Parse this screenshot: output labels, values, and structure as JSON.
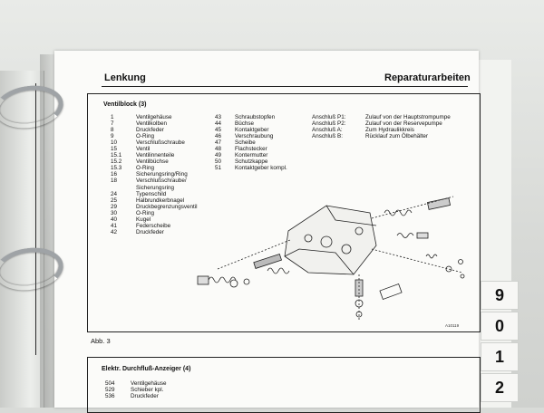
{
  "header": {
    "section": "Lenkung",
    "chapter": "Reparaturarbeiten",
    "chapter_tab": "2"
  },
  "block1": {
    "title": "Ventilblock (3)",
    "parts_left": [
      {
        "no": "1",
        "name": "Ventilgehäuse"
      },
      {
        "no": "7",
        "name": "Ventilkolben"
      },
      {
        "no": "8",
        "name": "Druckfeder"
      },
      {
        "no": "9",
        "name": "O-Ring"
      },
      {
        "no": "10",
        "name": "Verschlußschraube"
      },
      {
        "no": "15",
        "name": "Ventil"
      },
      {
        "no": "15.1",
        "name": "Ventilinnenteile"
      },
      {
        "no": "15.2",
        "name": "Ventilbüchse"
      },
      {
        "no": "15.3",
        "name": "O-Ring"
      },
      {
        "no": "16",
        "name": "Sicherungsring/Ring"
      },
      {
        "no": "18",
        "name": "Verschlußschraube/"
      },
      {
        "no": "",
        "name": "Sicherungsring"
      },
      {
        "no": "24",
        "name": "Typenschild"
      },
      {
        "no": "25",
        "name": "Halbrundkerbnagel"
      },
      {
        "no": "29",
        "name": "Druckbegrenzungsventil"
      },
      {
        "no": "30",
        "name": "O-Ring"
      },
      {
        "no": "40",
        "name": "Kugel"
      },
      {
        "no": "41",
        "name": "Federscheibe"
      },
      {
        "no": "42",
        "name": "Druckfeder"
      }
    ],
    "parts_right": [
      {
        "no": "43",
        "name": "Schraubstopfen"
      },
      {
        "no": "44",
        "name": "Büchse"
      },
      {
        "no": "45",
        "name": "Kontaktgeber"
      },
      {
        "no": "46",
        "name": "Verschraubung"
      },
      {
        "no": "47",
        "name": "Scheibe"
      },
      {
        "no": "48",
        "name": "Flachstecker"
      },
      {
        "no": "49",
        "name": "Kontermutter"
      },
      {
        "no": "50",
        "name": "Schutzkappe"
      },
      {
        "no": "51",
        "name": "Kontaktgeber kompl."
      }
    ],
    "connections": [
      {
        "port": "Anschluß P1:",
        "desc": "Zulauf von der Hauptstrompumpe"
      },
      {
        "port": "Anschluß P2:",
        "desc": "Zulauf von der Reservepumpe"
      },
      {
        "port": "Anschluß A:",
        "desc": "Zum Hydraulikkreis"
      },
      {
        "port": "Anschluß B:",
        "desc": "Rücklauf zum Ölbehälter"
      }
    ],
    "figure_code": "A10119",
    "caption": "Abb. 3"
  },
  "block2": {
    "title": "Elektr. Durchfluß-Anzeiger (4)",
    "parts": [
      {
        "no": "504",
        "name": "Ventilgehäuse"
      },
      {
        "no": "529",
        "name": "Schieber kpl."
      },
      {
        "no": "536",
        "name": "Druckfeder"
      }
    ]
  },
  "tabs": [
    "9",
    "0",
    "1",
    "2"
  ],
  "colors": {
    "ink": "#111111",
    "paper": "#fbfbf9",
    "ring": "#9fa3a6"
  }
}
